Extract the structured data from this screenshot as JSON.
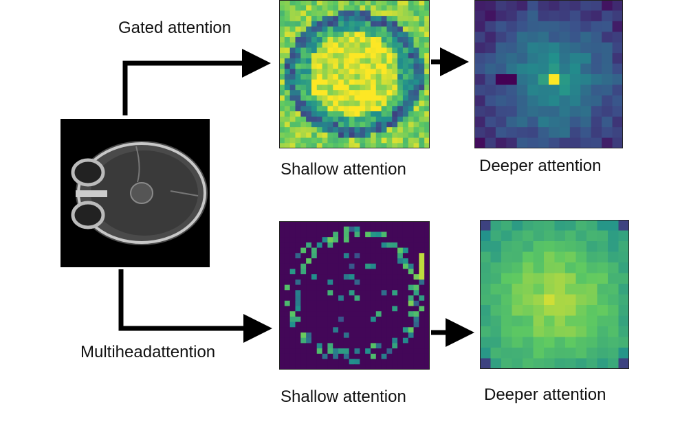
{
  "labels": {
    "gated": "Gated attention",
    "multihead": "Multiheadattention",
    "gated_shallow": "Shallow attention",
    "gated_deeper": "Deeper attention",
    "multi_shallow": "Shallow attention",
    "multi_deeper": "Deeper attention"
  },
  "images": {
    "input": "brain-mri-axial-scan",
    "gated_shallow": "attention-heatmap",
    "gated_deeper": "attention-heatmap",
    "multi_shallow": "attention-heatmap",
    "multi_deeper": "attention-heatmap"
  },
  "colors": {
    "arrow": "#000000",
    "viridis_low": "#440154",
    "viridis_mid": "#21918c",
    "viridis_high": "#fde725"
  }
}
